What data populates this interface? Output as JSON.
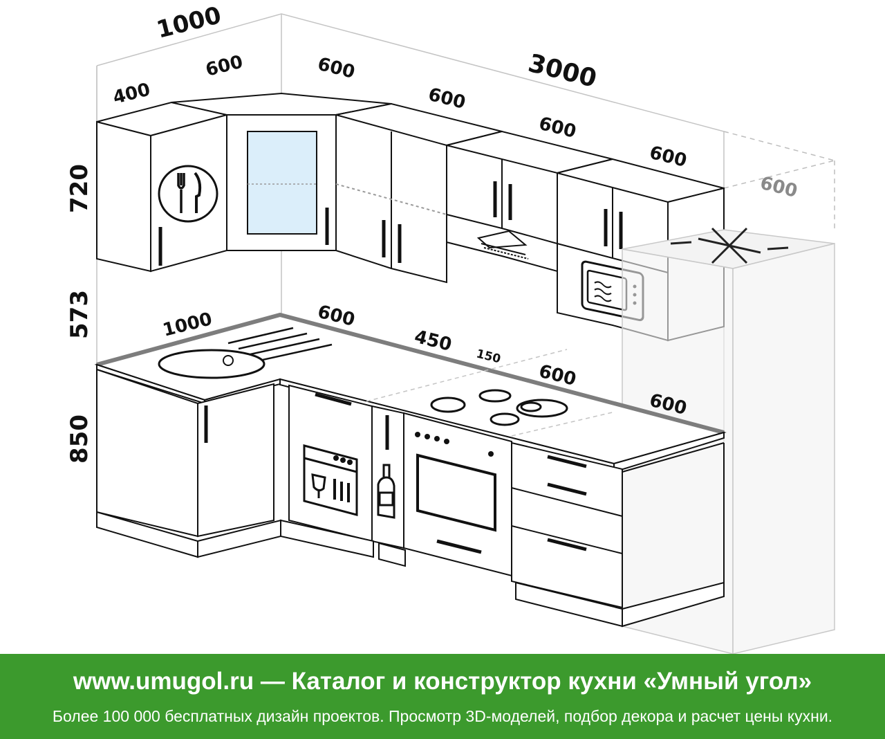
{
  "dimensions": {
    "upper_total_left": "1000",
    "upper_total_right": "3000",
    "upper_400": "400",
    "upper_left_600": "600",
    "upper_600_a": "600",
    "upper_600_b": "600",
    "upper_600_c": "600",
    "upper_600_d": "600",
    "fridge_depth": "600",
    "height_upper": "720",
    "height_gap": "573",
    "height_base": "850",
    "counter_left": "1000",
    "counter_600_a": "600",
    "counter_450": "450",
    "counter_150": "150",
    "counter_600_b": "600",
    "fridge_width": "600"
  },
  "footer": {
    "site": "www.umugol.ru",
    "separator": "—",
    "title": "Каталог и конструктор кухни «Умный угол»",
    "subtitle": "Более 100 000 бесплатных дизайн проектов. Просмотр 3D-моделей, подбор декора и расчет цены кухни."
  },
  "colors": {
    "footer_bg": "#3c9a2d",
    "glass": "#dbeefa",
    "dimension_gray": "#8a8a8a"
  }
}
